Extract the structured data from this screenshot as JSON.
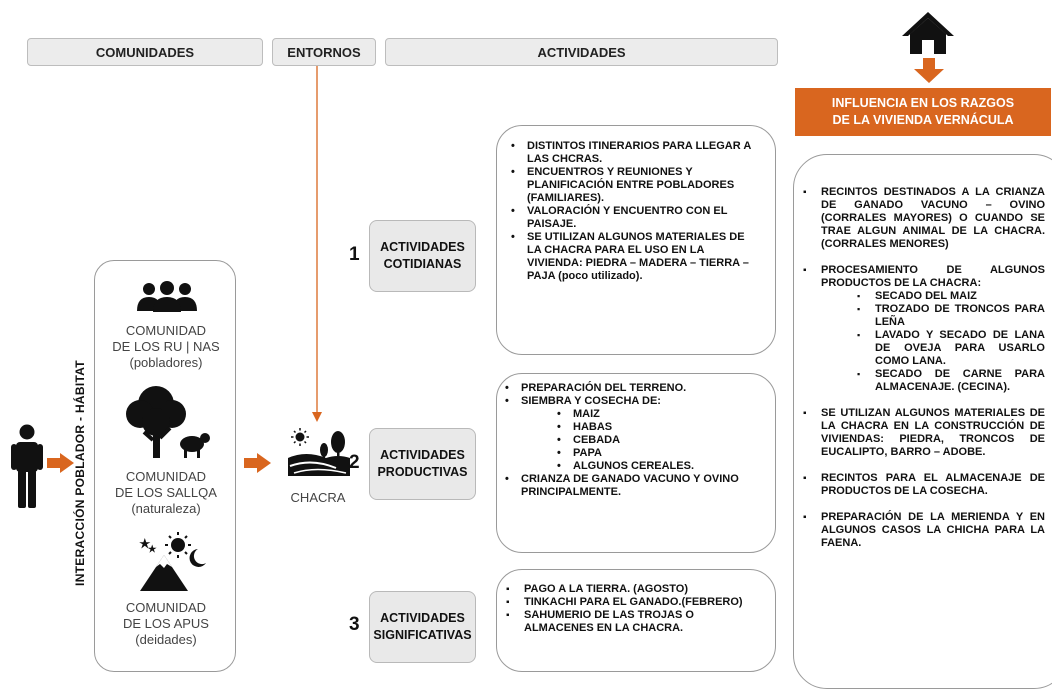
{
  "headers": {
    "comunidades": "COMUNIDADES",
    "entornos": "ENTORNOS",
    "actividades": "ACTIVIDADES"
  },
  "influence_title": "INFLUENCIA EN LOS RAZGOS\nDE LA VIVIENDA VERNÁCULA",
  "side_label": "INTERACCIÓN POBLADOR - HÁBITAT",
  "communities": [
    {
      "label": "COMUNIDAD\nDE LOS RU | NAS\n(pobladores)",
      "icon": "people-icon"
    },
    {
      "label": "COMUNIDAD\nDE LOS SALLQA\n(naturaleza)",
      "icon": "tree-sheep-icon"
    },
    {
      "label": "COMUNIDAD\nDE LOS APUS\n(deidades)",
      "icon": "mountain-sun-moon-icon"
    }
  ],
  "chacra_label": "CHACRA",
  "activities": [
    {
      "number": "1",
      "title": "ACTIVIDADES\nCOTIDIANAS",
      "items": [
        "DISTINTOS ITINERARIOS PARA LLEGAR A LAS CHCRAS.",
        "ENCUENTROS Y REUNIONES Y PLANIFICACIÓN ENTRE POBLADORES (FAMILIARES).",
        "VALORACIÓN Y ENCUENTRO CON EL PAISAJE.",
        "SE UTILIZAN ALGUNOS MATERIALES DE LA CHACRA PARA EL USO EN LA VIVIENDA: PIEDRA – MADERA – TIERRA – PAJA (poco utilizado)."
      ]
    },
    {
      "number": "2",
      "title": "ACTIVIDADES\nPRODUCTIVAS",
      "items": [
        "PREPARACIÓN DEL TERRENO.",
        "SIEMBRA Y COSECHA DE:",
        "CRIANZA DE GANADO VACUNO Y OVINO PRINCIPALMENTE."
      ],
      "crops": [
        "MAIZ",
        "HABAS",
        "CEBADA",
        "PAPA",
        "ALGUNOS CEREALES."
      ]
    },
    {
      "number": "3",
      "title": "ACTIVIDADES\nSIGNIFICATIVAS",
      "items": [
        "PAGO A LA TIERRA. (AGOSTO)",
        "TINKACHI PARA EL GANADO.(FEBRERO)",
        "SAHUMERIO DE LAS TROJAS O ALMACENES EN LA CHACRA."
      ]
    }
  ],
  "influence": {
    "item1": "RECINTOS DESTINADOS A LA CRIANZA DE GANADO VACUNO – OVINO (CORRALES MAYORES) O CUANDO SE TRAE ALGUN ANIMAL DE LA CHACRA.(CORRALES MENORES)",
    "item2": "PROCESAMIENTO DE ALGUNOS PRODUCTOS DE LA CHACRA:",
    "item2_sub": [
      "SECADO DEL MAIZ",
      "TROZADO DE TRONCOS PARA LEÑA",
      "LAVADO Y SECADO DE LANA DE OVEJA PARA USARLO COMO LANA.",
      "SECADO DE CARNE PARA ALMACENAJE. (CECINA)."
    ],
    "item3": "SE UTILIZAN ALGUNOS MATERIALES DE LA CHACRA EN LA CONSTRUCCIÓN DE VIVIENDAS: PIEDRA, TRONCOS DE EUCALIPTO, BARRO – ADOBE.",
    "item4": "RECINTOS PARA EL ALMACENAJE DE PRODUCTOS DE LA COSECHA.",
    "item5": "PREPARACIÓN DE LA MERIENDA Y EN ALGUNOS CASOS LA CHICHA PARA LA FAENA."
  },
  "colors": {
    "accent": "#d9661f",
    "header_bg": "#ececec",
    "box_border": "#9a9a9a"
  },
  "icons": [
    "house-icon",
    "person-icon",
    "people-icon",
    "tree-sheep-icon",
    "mountain-sun-moon-icon",
    "chacra-icon",
    "arrow-right-icon",
    "arrow-down-icon"
  ]
}
